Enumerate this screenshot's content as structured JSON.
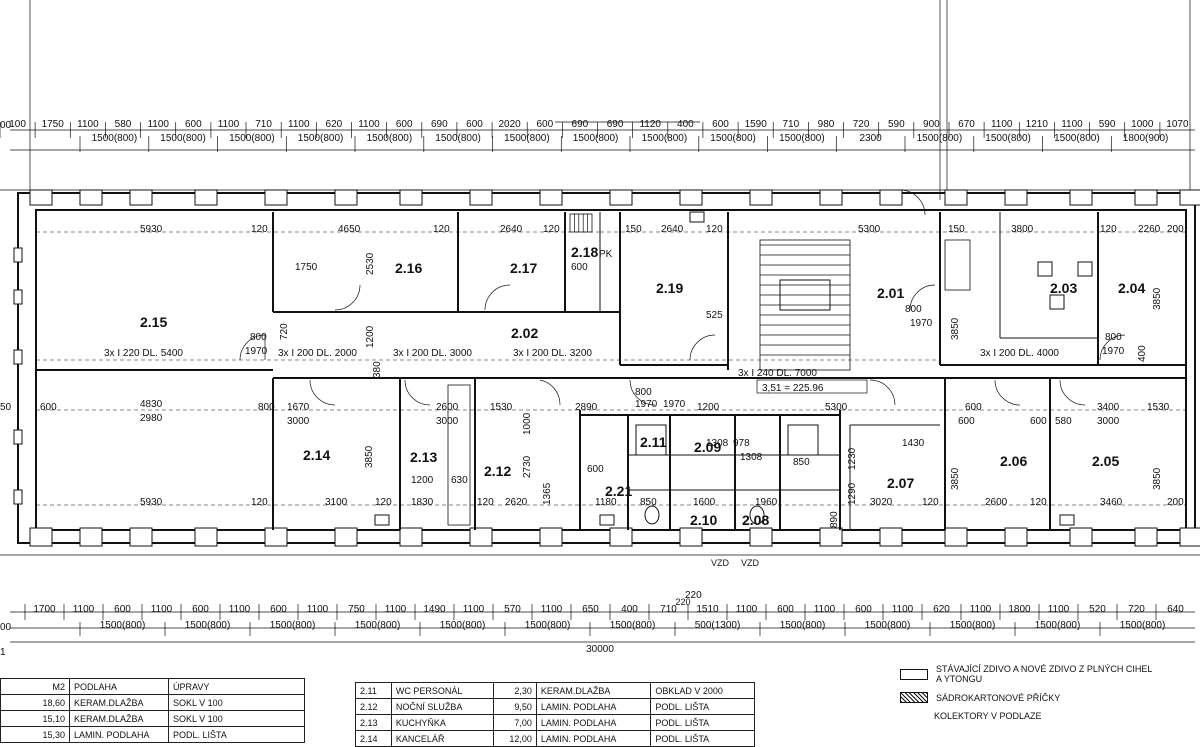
{
  "top_dims_row1": [
    "100",
    "1750",
    "1100",
    "580",
    "1100",
    "600",
    "1100",
    "710",
    "1100",
    "620",
    "1100",
    "600",
    "690",
    "600",
    "2020",
    "600",
    "690",
    "690",
    "1120",
    "400",
    "600",
    "1590",
    "710",
    "980",
    "720",
    "590",
    "900",
    "670",
    "1100",
    "1210",
    "1100",
    "590",
    "1000",
    "1070"
  ],
  "top_dims_row2": [
    "1500(800)",
    "1500(800)",
    "1500(800)",
    "1500(800)",
    "1500(800)",
    "1500(800)",
    "1500(800)",
    "1500(800)",
    "1500(800)",
    "1500(800)",
    "1500(800)",
    "2300",
    "1500(800)",
    "1500(800)",
    "1500(800)",
    "1800(900)"
  ],
  "bottom_dims_row1": [
    "1700",
    "1100",
    "600",
    "1100",
    "600",
    "1100",
    "600",
    "1100",
    "750",
    "1100",
    "1490",
    "1100",
    "570",
    "1100",
    "650",
    "400",
    "710",
    "1510",
    "1100",
    "600",
    "1100",
    "600",
    "1100",
    "620",
    "1100",
    "1800",
    "1100",
    "520",
    "720",
    "640"
  ],
  "bottom_dims_row2": [
    "1500(800)",
    "1500(800)",
    "1500(800)",
    "1500(800)",
    "1500(800)",
    "1500(800)",
    "1500(800)",
    "500(1300)",
    "1500(800)",
    "1500(800)",
    "1500(800)",
    "1500(800)",
    "1500(800)"
  ],
  "overall_dim": "30000",
  "extra_dims": {
    "d220": "220",
    "vzd": "VZD",
    "left_00": "00",
    "left_50": "50"
  },
  "rooms": {
    "r201": "2.01",
    "r202": "2.02",
    "r203": "2.03",
    "r204": "2.04",
    "r205": "2.05",
    "r206": "2.06",
    "r207": "2.07",
    "r208": "2.08",
    "r209": "2.09",
    "r210": "2.10",
    "r211": "2.11",
    "r212": "2.12",
    "r213": "2.13",
    "r214": "2.14",
    "r215": "2.15",
    "r216": "2.16",
    "r217": "2.17",
    "r218": "2.18",
    "r219": "2.19",
    "r221": "2.21"
  },
  "labels": {
    "l_215a": "3x I 220 DL. 5400",
    "l_202a": "3x I 200 DL. 2000",
    "l_202b": "3x I 200 DL. 3000",
    "l_202c": "3x I 200 DL. 3200",
    "l_201a": "3x I 240 DL. 7000",
    "l_201b": "3,51 = 225.96",
    "l_203a": "3x I 200 DL. 4000",
    "pk": "PK"
  },
  "inner_dims": {
    "a5930": "5930",
    "a120": "120",
    "a4650": "4650",
    "a2640": "2640",
    "a5300": "5300",
    "a3800": "3800",
    "a2260": "2260",
    "a2530": "2530",
    "a1750": "1750",
    "a600": "600",
    "a800": "800",
    "a1970": "1970",
    "a1200": "1200",
    "a720": "720",
    "a525": "525",
    "a3850": "3850",
    "a4830": "4830",
    "a2980": "2980",
    "a1670": "1670",
    "a3000": "3000",
    "a2600": "2600",
    "a1530": "1530",
    "a1000": "1000",
    "a2890": "2890",
    "a3400": "3400",
    "a1430": "1430",
    "a2730": "2730",
    "a1365": "1365",
    "a1180": "1180",
    "a850": "850",
    "a1600": "1600",
    "a1960": "1960",
    "a3020": "3020",
    "a3100": "3100",
    "a1830": "1830",
    "a630": "630",
    "a2620": "2620",
    "a3460": "3460",
    "a200": "200",
    "a150": "150",
    "a1230": "1230",
    "a1290": "1290",
    "a890": "890",
    "a380": "380",
    "a1308": "1308",
    "a978": "978",
    "a580": "580",
    "a220": "220",
    "a400": "400"
  },
  "table_left": {
    "header": [
      "M2",
      "PODLAHA",
      "ÚPRAVY"
    ],
    "rows": [
      [
        "18,60",
        "KERAM.DLAŽBA",
        "SOKL V 100"
      ],
      [
        "15,10",
        "KERAM.DLAŽBA",
        "SOKL V 100"
      ],
      [
        "15,30",
        "LAMIN. PODLAHA",
        "PODL. LIŠTA"
      ]
    ]
  },
  "table_right": {
    "rows": [
      [
        "2.11",
        "WC PERSONÁL",
        "2,30",
        "KERAM.DLAŽBA",
        "OBKLAD V 2000"
      ],
      [
        "2.12",
        "NOČNÍ SLUŽBA",
        "9,50",
        "LAMIN. PODLAHA",
        "PODL. LIŠTA"
      ],
      [
        "2.13",
        "KUCHYŇKA",
        "7,00",
        "LAMIN. PODLAHA",
        "PODL. LIŠTA"
      ],
      [
        "2.14",
        "KANCELÁŘ",
        "12,00",
        "LAMIN. PODLAHA",
        "PODL. LIŠTA"
      ]
    ]
  },
  "legend": {
    "item1a": "STÁVAJÍCÍ ZDIVO A NOVÉ ZDIVO Z PLNÝCH CIHEL",
    "item1b": "A YTONGU",
    "item2": "SÁDROKARTONOVÉ PŘÍČKY",
    "item3": "KOLEKTORY V PODLAZE"
  },
  "left_mark": "1"
}
